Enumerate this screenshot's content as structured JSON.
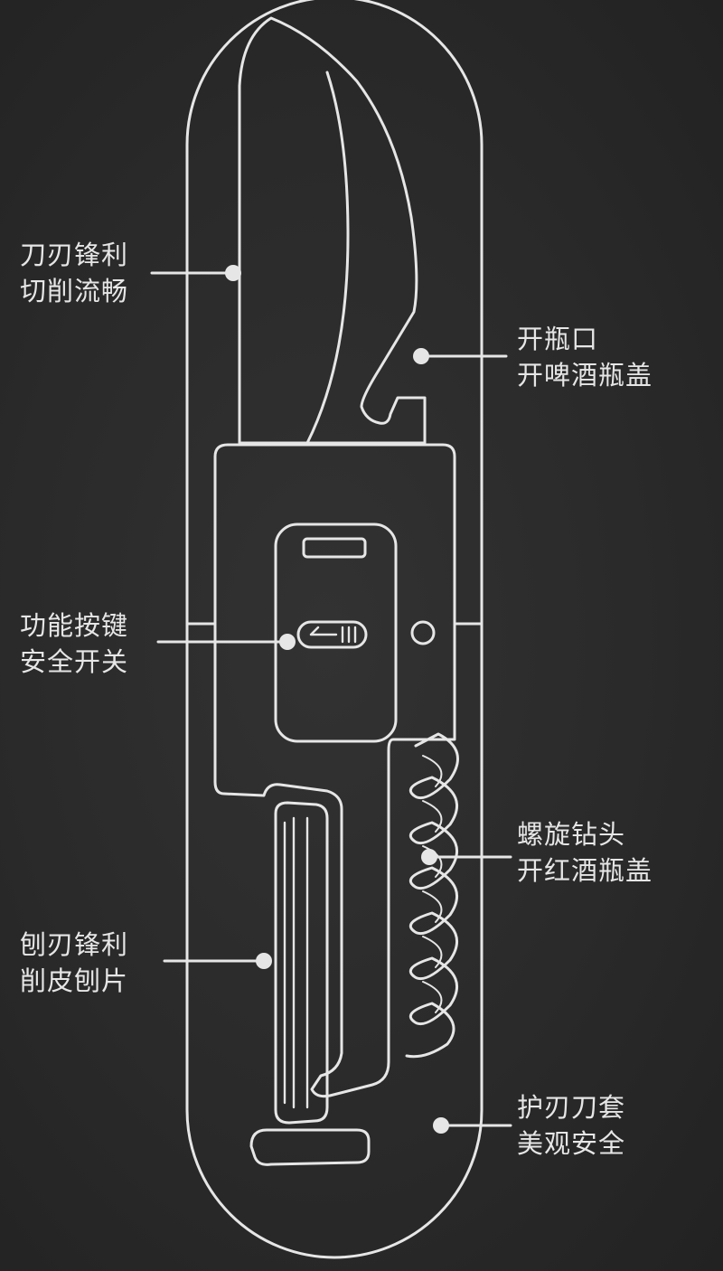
{
  "colors": {
    "background": "#2b2b2b",
    "line": "#e6e6e6"
  },
  "callouts": {
    "blade": {
      "line1": "刀刃锋利",
      "line2": "切削流畅"
    },
    "bottle_opener": {
      "line1": "开瓶口",
      "line2": "开啤酒瓶盖"
    },
    "safety_button": {
      "line1": "功能按键",
      "line2": "安全开关"
    },
    "corkscrew": {
      "line1": "螺旋钻头",
      "line2": "开红酒瓶盖"
    },
    "peeler": {
      "line1": "刨刃锋利",
      "line2": "削皮刨片"
    },
    "sheath": {
      "line1": "护刃刀套",
      "line2": "美观安全"
    }
  }
}
